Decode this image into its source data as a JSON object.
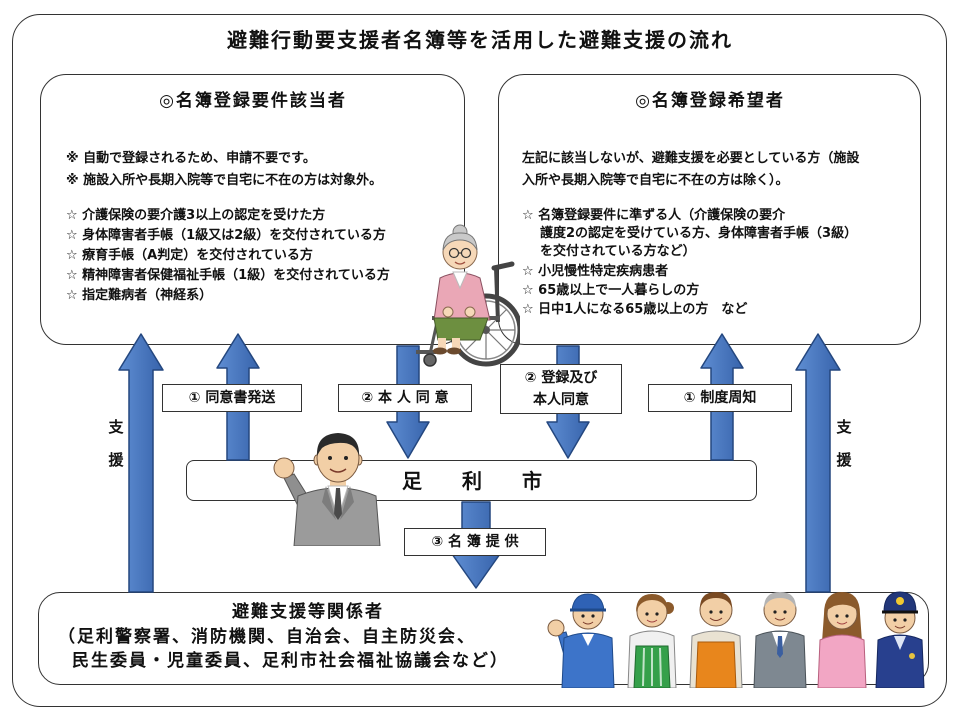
{
  "title": "避難行動要支援者名簿等を活用した避難支援の流れ",
  "left_box": {
    "title": "◎名簿登録要件該当者",
    "notes": [
      "※ 自動で登録されるため、申請不要です。",
      "※ 施設入所や長期入院等で自宅に不在の方は対象外。"
    ],
    "items": [
      "☆ 介護保険の要介護3以上の認定を受けた方",
      "☆ 身体障害者手帳（1級又は2級）を交付されている方",
      "☆ 療育手帳（A判定）を交付されている方",
      "☆ 精神障害者保健福祉手帳（1級）を交付されている方",
      "☆ 指定難病者（神経系）"
    ]
  },
  "right_box": {
    "title": "◎名簿登録希望者",
    "intro": [
      "左記に該当しないが、避難支援を必要としている方（施設",
      "入所や長期入院等で自宅に不在の方は除く）。"
    ],
    "items": [
      "☆ 名簿登録要件に準ずる人（介護保険の要介",
      "護度2の認定を受けている方、身体障害者手帳（3級）",
      "を交付されている方など）",
      "☆ 小児慢性特定疾病患者",
      "☆ 65歳以上で一人暮らしの方",
      "☆ 日中1人になる65歳以上の方　など"
    ]
  },
  "flow_labels": {
    "consent_form_sent": "① 同意書発送",
    "self_consent": "② 本 人 同 意",
    "registration_line1": "② 登録及び",
    "registration_line2": "本人同意",
    "system_notice": "① 制度周知",
    "list_provision": "③ 名 簿 提 供"
  },
  "city": "足　利　市",
  "support_label_left": [
    "支",
    "援"
  ],
  "support_label_right": [
    "支",
    "援"
  ],
  "supporters_box": {
    "title": "避難支援等関係者",
    "lines": [
      "（足利警察署、消防機関、自治会、自主防災会、",
      "民生委員・児童委員、足利市社会福祉協議会など）"
    ]
  },
  "icons": {
    "elderly_person": "elderly-woman-wheelchair-icon",
    "city_official": "businessman-raised-fist-icon",
    "supporters": "support-staff-group-icon"
  },
  "colors": {
    "arrow_light": "#5f8ed3",
    "arrow_dark": "#3763ab",
    "arrow_outline": "#24477f",
    "border": "#333333"
  }
}
